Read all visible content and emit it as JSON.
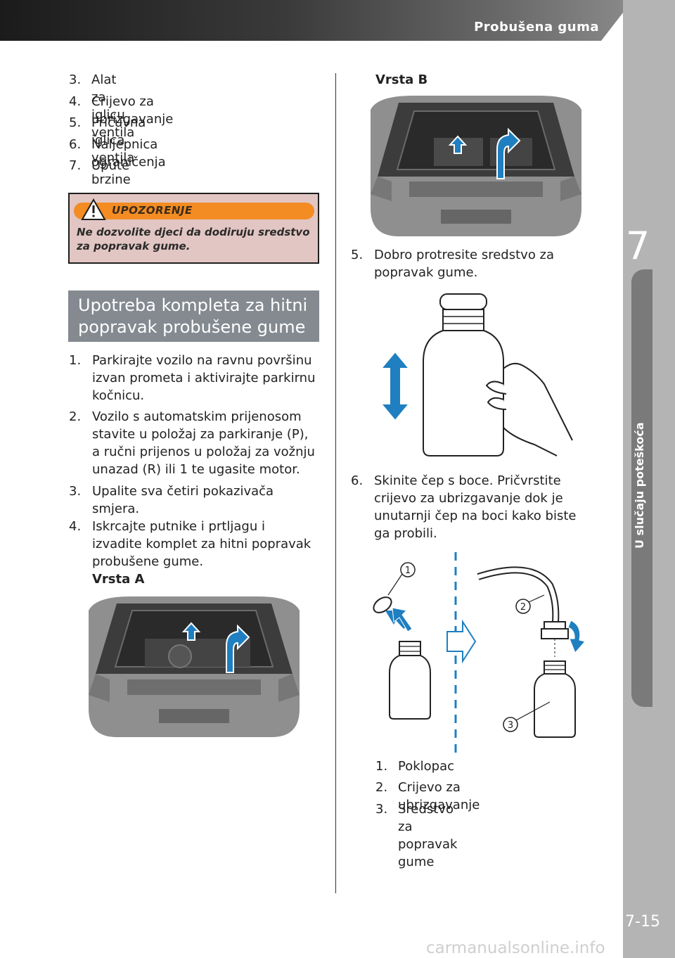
{
  "header": {
    "title": "Probušena guma"
  },
  "sidebar": {
    "chapter_number": "7",
    "chapter_name": "U slučaju poteškoća"
  },
  "footer": {
    "page_number": "7-15",
    "watermark": "carmanualsonline.info"
  },
  "kit_parts": [
    {
      "num": "3.",
      "label": "Alat za iglicu ventila"
    },
    {
      "num": "4.",
      "label": "Crijevo za ubrizgavanje"
    },
    {
      "num": "5.",
      "label": "Pričuvna iglica ventila"
    },
    {
      "num": "6.",
      "label": "Naljepnica ograničenja brzine"
    },
    {
      "num": "7.",
      "label": "Upute"
    }
  ],
  "warning": {
    "title": "UPOZORENJE",
    "text": "Ne dozvolite djeci da dodiruju sredstvo za popravak gume.",
    "color": "#f28c23"
  },
  "section": {
    "title": "Upotreba kompleta za hitni popravak probušene gume"
  },
  "steps_left": [
    {
      "num": "1.",
      "text": "Parkirajte vozilo na ravnu površinu\nizvan prometa i aktivirajte parkirnu\nkočnicu."
    },
    {
      "num": "2.",
      "text": "Vozilo s automatskim prijenosom\nstavite u položaj za parkiranje (P),\na ručni prijenos u položaj za vožnju\nunazad (R) ili 1 te ugasite motor."
    },
    {
      "num": "3.",
      "text": "Upalite sva četiri pokazivača\nsmjera."
    },
    {
      "num": "4.",
      "text": "Iskrcajte putnike i prtljagu i\nizvadite komplet za hitni popravak\nprobušene gume."
    }
  ],
  "type_a_label": "Vrsta A",
  "type_b_label": "Vrsta B",
  "steps_right": [
    {
      "num": "5.",
      "text": "Dobro protresite sredstvo za\npopravak gume."
    },
    {
      "num": "6.",
      "text": "Skinite čep s boce. Pričvrstite\ncrijevo za ubrizgavanje dok je\nunutarnji čep na boci kako biste\nga probili."
    }
  ],
  "figure_callouts": [
    "1",
    "2",
    "3"
  ],
  "figure_legend": [
    {
      "num": "1.",
      "label": "Poklopac"
    },
    {
      "num": "2.",
      "label": "Crijevo za ubrizgavanje"
    },
    {
      "num": "3.",
      "label": "Sredstvo za popravak gume"
    }
  ],
  "colors": {
    "accent_blue": "#1f7fc0",
    "heading_gray": "#858a91",
    "warning_bg": "#e2c6c3"
  }
}
